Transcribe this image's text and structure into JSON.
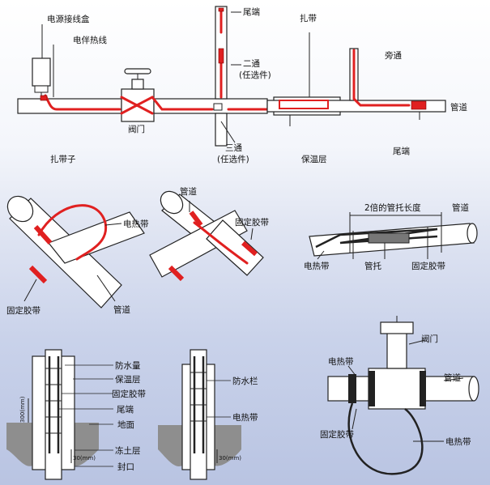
{
  "labels": {
    "power_box": "电源接线盒",
    "heating_cable": "电伴热线",
    "tail_end_top": "尾端",
    "two_way_1": "二通",
    "two_way_2": "(任选件)",
    "strap_top": "扎带",
    "bypass": "旁通",
    "pipe_top": "管道",
    "valve_top": "阀门",
    "three_way_1": "三通",
    "three_way_2": "(任选件)",
    "insulation": "保温层",
    "tail_end_right": "尾端",
    "strap_tie": "扎带子",
    "pipe_mid_a": "管道",
    "heat_tape_a": "电热带",
    "fix_tape_a": "固定胶带",
    "pipe_mid_a2": "管道",
    "pipe_mid_b": "管道",
    "fix_tape_b": "固定胶带",
    "double_length": "2倍的管托长度",
    "pipe_mid_c": "管道",
    "heat_tape_c": "电热带",
    "pipe_support": "管托",
    "fix_tape_c": "固定胶带",
    "waterproof": "防水量",
    "insulation_bl": "保温层",
    "fix_tape_bl": "固定胶带",
    "tail_end_bl": "尾端",
    "ground": "地面",
    "frost": "冻土层",
    "seal": "封口",
    "dim300": "300(mm)",
    "dim30a": "30(mm)",
    "water_bar": "防水栏",
    "heat_tape_bm": "电热带",
    "dim30b": "30(mm)",
    "valve_br": "阀门",
    "heat_tape_br": "电热带",
    "pipe_br": "管道",
    "fix_tape_br": "固定胶带",
    "heat_tape_br2": "电热带"
  }
}
